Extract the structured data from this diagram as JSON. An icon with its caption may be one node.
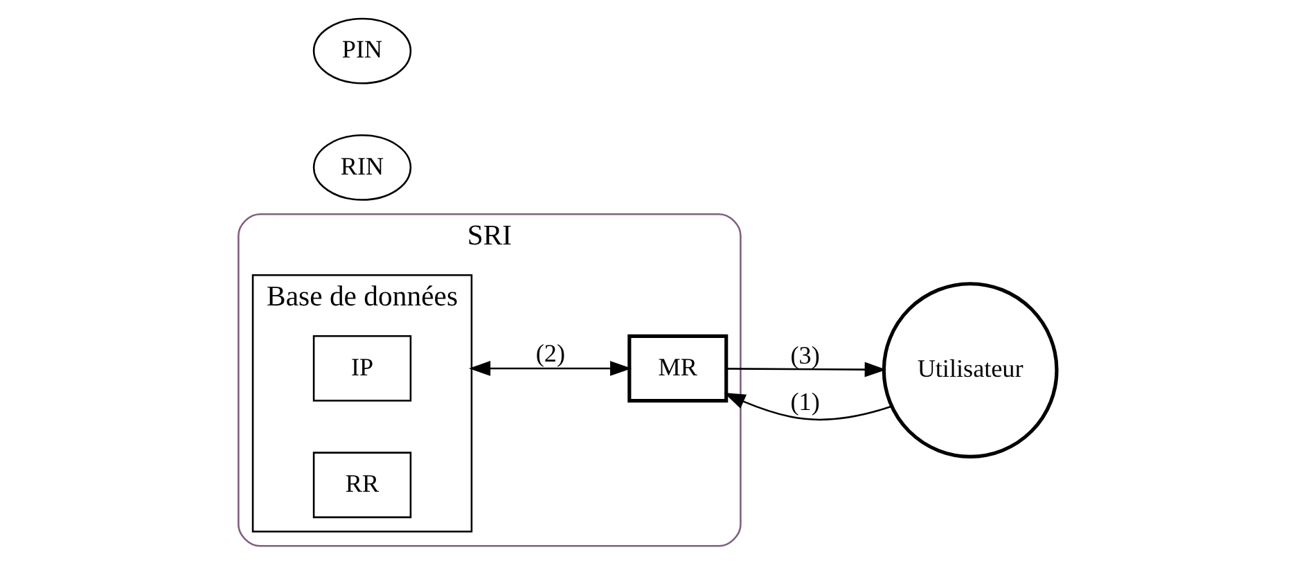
{
  "diagram": {
    "nodes": [
      {
        "text": [
          "SRI"
        ]
      },
      {
        "text": [
          "Base de données"
        ],
        "in": 0
      },
      {
        "text": [
          "IP"
        ],
        "in": 1
      },
      {
        "text": [
          "RR"
        ],
        "in": 1
      },
      {
        "text": [
          "MR"
        ],
        "in": 0
      },
      {
        "text": [
          "Utilisateur"
        ]
      },
      {
        "text": [
          "RIN"
        ]
      },
      {
        "text": [
          "PIN"
        ]
      }
    ],
    "edges": [
      {
        "from": 5,
        "to": 4,
        "arrow": "to",
        "label": "(1)"
      },
      {
        "from": 1,
        "to": 4,
        "arrow": "both",
        "label": "(2)"
      },
      {
        "from": 4,
        "to": 5,
        "arrow": "to",
        "label": "(3)"
      }
    ]
  }
}
